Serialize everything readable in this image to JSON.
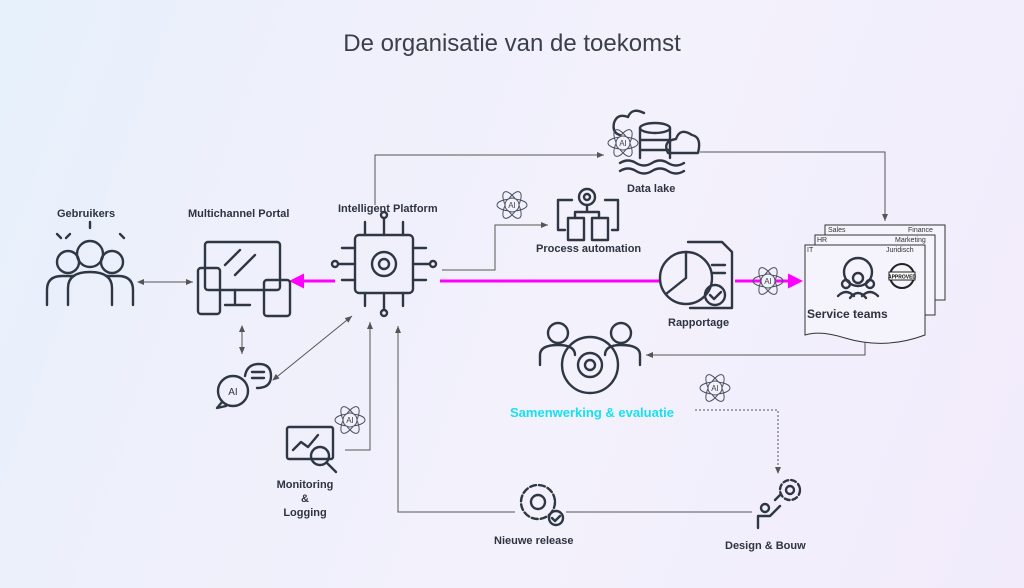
{
  "title": "De organisatie van de toekomst",
  "nodes": {
    "users": "Gebruikers",
    "portal": "Multichannel Portal",
    "platform": "Intelligent Platform",
    "datalake": "Data lake",
    "process": "Process automation",
    "report": "Rapportage",
    "service": "Service teams",
    "collab": "Samenwerking & evaluatie",
    "monitoring": [
      "Monitoring",
      "&",
      "Logging"
    ],
    "release": "Nieuwe release",
    "design": "Design & Bouw"
  },
  "service_tabs": [
    "Sales",
    "Finance",
    "HR",
    "Marketing",
    "IT",
    "Juridisch"
  ],
  "stamp": "APPROVED",
  "ai_badge": "AI",
  "colors": {
    "flow": "#ff00ff",
    "collab": "#19e0f0",
    "icon": "#2f3745"
  }
}
